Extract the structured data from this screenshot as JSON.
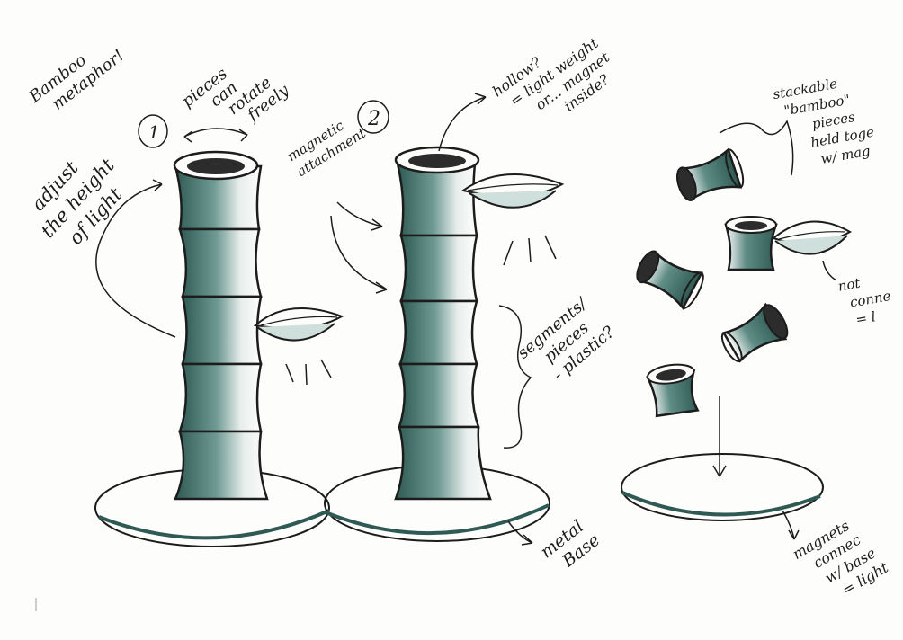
{
  "notes": {
    "bamboo_metaphor": [
      "Bamboo",
      "metaphor!"
    ],
    "pieces_rotate": [
      "pieces",
      "can",
      "rotate",
      "freely"
    ],
    "adjust_height": [
      "adjust",
      "the height",
      "of light"
    ],
    "magnetic_attachment": [
      "magnetic",
      "attachment"
    ],
    "hollow": [
      "hollow?",
      "= light weight",
      "or... magnet",
      "inside?"
    ],
    "segments": [
      "segments/",
      "pieces",
      "- plastic?"
    ],
    "metal_base": [
      "metal",
      "Base"
    ],
    "stackable": [
      "stackable",
      "\"bamboo\"",
      "pieces",
      "held toge",
      "w/ mag"
    ],
    "not_connected": [
      "not",
      "conne",
      "= l"
    ],
    "magnets_connect": [
      "magnets",
      "connec",
      "w/ base",
      "= light"
    ]
  },
  "markers": {
    "design_1": "1",
    "design_2": "2"
  },
  "colors": {
    "ink": "#1c1c1c",
    "marker": "#2f5a54",
    "marker_light": "#8fb0aa",
    "paper": "#fdfdfc"
  }
}
